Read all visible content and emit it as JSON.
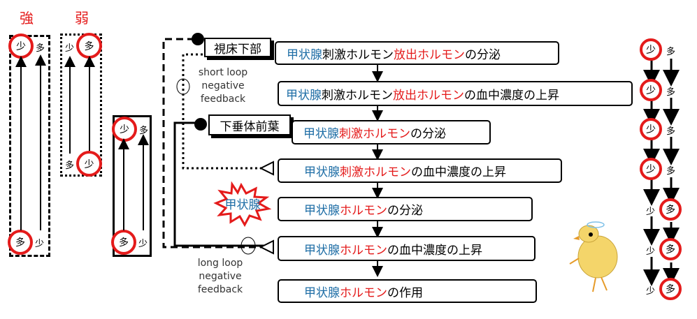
{
  "header": {
    "strong": "強",
    "weak": "弱"
  },
  "quantity": {
    "few": "少",
    "many": "多"
  },
  "labels": {
    "hypothalamus": "視床下部",
    "pituitary": "下垂体前葉",
    "thyroid": "甲状腺"
  },
  "feedback": {
    "short": [
      "short loop",
      "negative",
      "feedback"
    ],
    "long": [
      "long loop",
      "negative",
      "feedback"
    ]
  },
  "steps": [
    {
      "parts": [
        {
          "t": "甲状腺",
          "c": "blue"
        },
        {
          "t": "刺激ホルモン",
          "c": "black"
        },
        {
          "t": "放出ホルモン",
          "c": "red"
        },
        {
          "t": "の分泌",
          "c": "black"
        }
      ]
    },
    {
      "parts": [
        {
          "t": "甲状腺",
          "c": "blue"
        },
        {
          "t": "刺激ホルモン",
          "c": "black"
        },
        {
          "t": "放出ホルモン",
          "c": "red"
        },
        {
          "t": "の血中濃度の上昇",
          "c": "black"
        }
      ]
    },
    {
      "parts": [
        {
          "t": "甲状腺",
          "c": "blue"
        },
        {
          "t": "刺激ホルモン",
          "c": "red"
        },
        {
          "t": "の分泌",
          "c": "black"
        }
      ]
    },
    {
      "parts": [
        {
          "t": "甲状腺",
          "c": "blue"
        },
        {
          "t": "刺激ホルモン",
          "c": "red"
        },
        {
          "t": "の血中濃度の上昇",
          "c": "black"
        }
      ]
    },
    {
      "parts": [
        {
          "t": "甲状腺",
          "c": "blue"
        },
        {
          "t": "ホルモン",
          "c": "red"
        },
        {
          "t": "の分泌",
          "c": "black"
        }
      ]
    },
    {
      "parts": [
        {
          "t": "甲状腺",
          "c": "blue"
        },
        {
          "t": "ホルモン",
          "c": "red"
        },
        {
          "t": "の血中濃度の上昇",
          "c": "black"
        }
      ]
    },
    {
      "parts": [
        {
          "t": "甲状腺",
          "c": "blue"
        },
        {
          "t": "ホルモン",
          "c": "red"
        },
        {
          "t": "の作用",
          "c": "black"
        }
      ]
    }
  ],
  "right_column": [
    {
      "circled": "left"
    },
    {
      "circled": "left"
    },
    {
      "circled": "left"
    },
    {
      "circled": "left"
    },
    {
      "circled": "right"
    },
    {
      "circled": "right"
    },
    {
      "circled": "right"
    }
  ],
  "colors": {
    "red": "#e41b1b",
    "blue": "#1f6ea6"
  }
}
